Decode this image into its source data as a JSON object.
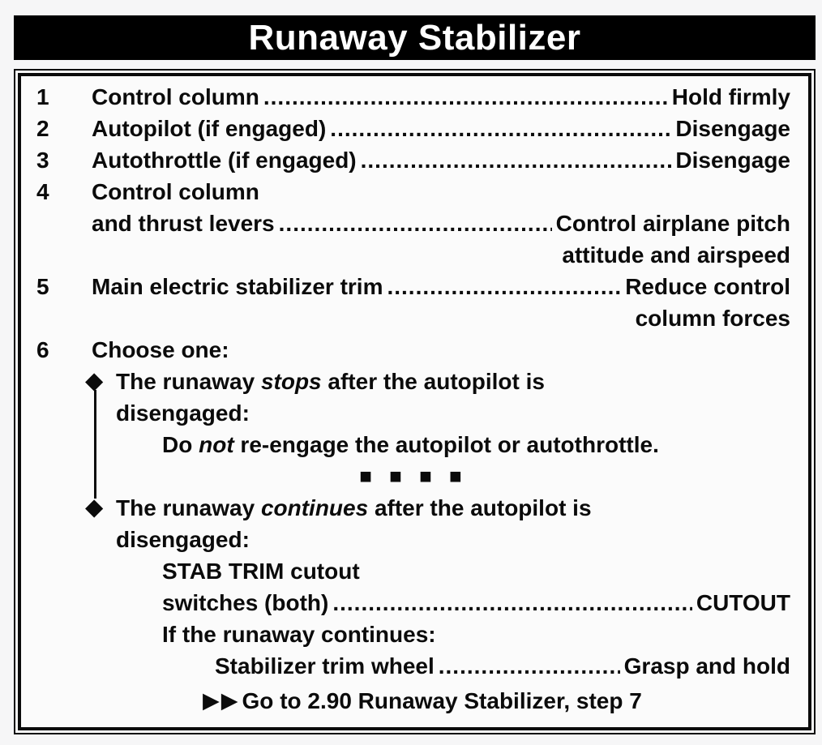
{
  "title": "Runaway Stabilizer",
  "leader_dots": "........................................................................................................................",
  "steps": {
    "s1": {
      "num": "1",
      "label": "Control column",
      "action": "Hold firmly"
    },
    "s2": {
      "num": "2",
      "label": "Autopilot (if engaged)",
      "action": "Disengage"
    },
    "s3": {
      "num": "3",
      "label": "Autothrottle (if engaged)",
      "action": "Disengage"
    },
    "s4": {
      "num": "4",
      "label": "Control column",
      "label2": "and thrust levers",
      "action": "Control airplane pitch",
      "action2": "attitude and airspeed"
    },
    "s5": {
      "num": "5",
      "label": "Main electric stabilizer trim",
      "action": "Reduce control",
      "action2": "column forces"
    },
    "s6": {
      "num": "6",
      "label": "Choose one:"
    }
  },
  "choice_stops": {
    "bullet": "◆",
    "line1": [
      {
        "t": "The runaway "
      },
      {
        "t": "stops",
        "i": true
      },
      {
        "t": " after the autopilot is"
      }
    ],
    "line2": "disengaged:",
    "note": [
      {
        "t": "Do "
      },
      {
        "t": "not",
        "i": true
      },
      {
        "t": " re-engage the autopilot or autothrottle."
      }
    ]
  },
  "separator": {
    "squares": "■ ■ ■ ■"
  },
  "choice_continues": {
    "bullet": "◆",
    "line1": [
      {
        "t": "The runaway "
      },
      {
        "t": "continues",
        "i": true
      },
      {
        "t": " after the autopilot is"
      }
    ],
    "line2": "disengaged:",
    "sub1": "STAB TRIM cutout",
    "sub2_label": "switches (both)",
    "sub2_action": "CUTOUT",
    "sub3": "If the runaway continues:",
    "sub4_label": "Stabilizer trim wheel",
    "sub4_action": "Grasp and hold"
  },
  "footer": {
    "arrows": "▶▶",
    "text": "Go to 2.90 Runaway Stabilizer, step 7"
  }
}
